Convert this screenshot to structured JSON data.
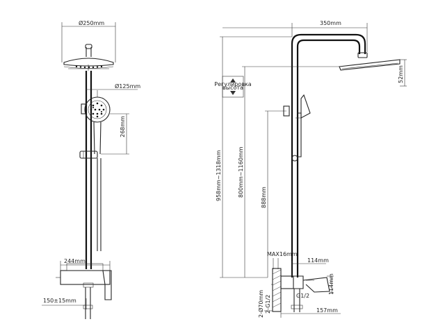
{
  "front_view": {
    "showerhead_diameter": "Ø250mm",
    "handshower_diameter": "Ø125mm",
    "handshower_height": "268mm",
    "mixer_width": "244mm",
    "inlet_spacing": "150±15mm"
  },
  "side_view": {
    "arm_reach": "350mm",
    "overall_height": "958mm~1318mm",
    "riser_height": "800mm~1160mm",
    "mixer_height": "888mm",
    "head_thickness": "52mm",
    "max_depth": "MAX16mm",
    "mixer_depth": "114mm",
    "mixer_body_height": "114mm",
    "thread_g": "G1/2",
    "wall_connections": "2-G1/2",
    "flange_diameter": "2-Ø70mm",
    "spout_depth": "157mm",
    "badge_text_top": "Регулировка",
    "badge_text_bottom": "высота"
  },
  "colors": {
    "line": "#222222",
    "background": "#ffffff"
  }
}
